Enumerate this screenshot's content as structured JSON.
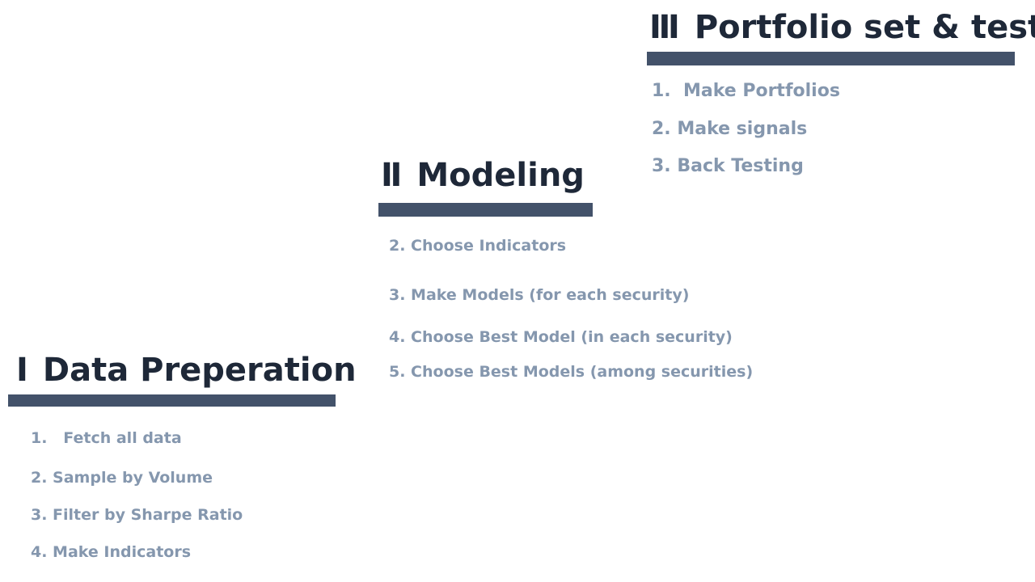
{
  "sections": [
    {
      "numeral": "Ⅰ",
      "title": "Data Preperation",
      "items": [
        "1.   Fetch all data",
        "2. Sample by Volume",
        "3. Filter by Sharpe Ratio",
        "4. Make Indicators"
      ]
    },
    {
      "numeral": "Ⅱ",
      "title": "Modeling",
      "items": [
        "2. Choose Indicators",
        "3. Make Models (for each security)",
        "4. Choose Best Model (in each security)",
        "5. Choose Best Models (among securities)"
      ]
    },
    {
      "numeral": "Ⅲ",
      "title": "Portfolio set & test",
      "items": [
        "1.  Make Portfolios",
        "2. Make signals",
        "3. Back Testing"
      ]
    }
  ],
  "colors": {
    "title": "#1e2838",
    "bar": "#43526a",
    "item": "#8597ae",
    "background": "#ffffff"
  }
}
